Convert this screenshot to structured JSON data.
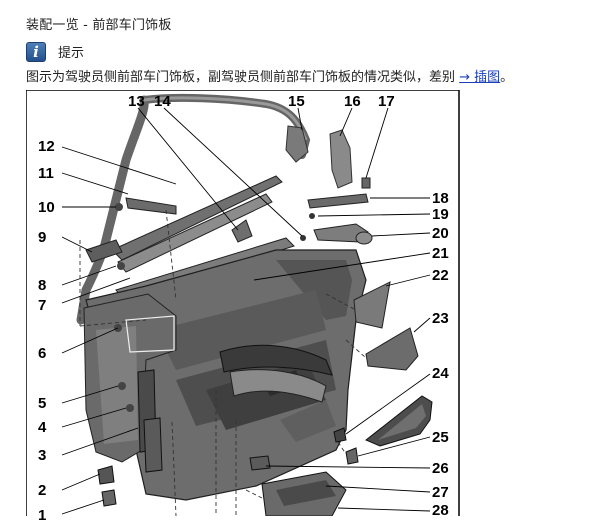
{
  "header": {
    "title": "装配一览 - 前部车门饰板"
  },
  "hint": {
    "icon": "info-icon",
    "label": "提示"
  },
  "description": {
    "text": "图示为驾驶员侧前部车门饰板，副驾驶员侧前部车门饰板的情况类似，差别 ",
    "link_text": "→ 插图",
    "end": "。"
  },
  "figure": {
    "callouts": [
      "1",
      "2",
      "3",
      "4",
      "5",
      "6",
      "7",
      "8",
      "9",
      "10",
      "11",
      "12",
      "13",
      "14",
      "15",
      "16",
      "17",
      "18",
      "19",
      "20",
      "21",
      "22",
      "23",
      "24",
      "25",
      "26",
      "27",
      "28"
    ]
  }
}
